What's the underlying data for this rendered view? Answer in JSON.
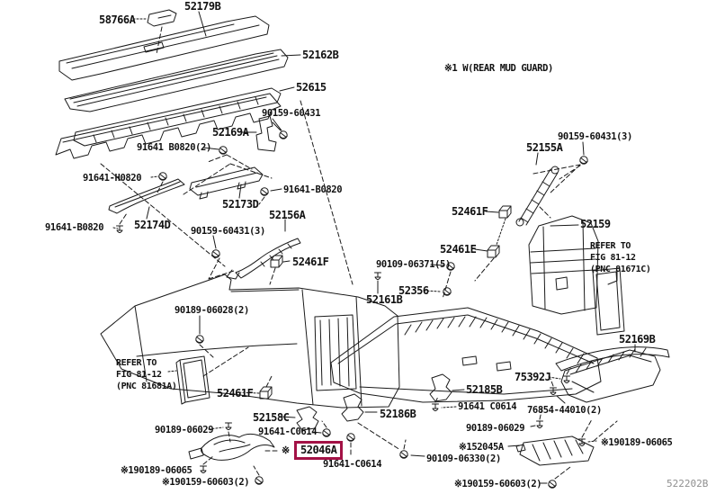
{
  "diagram": {
    "title": "rear bumper exploded parts diagram",
    "figure_code": "522202B",
    "note": "※1 W(REAR MUD GUARD)",
    "colors": {
      "highlight_box": "#a31246",
      "line_art": "#1a1a1a",
      "watermark": "#8f8f8f"
    },
    "highlight": {
      "marker": "※",
      "part_number": "52046A"
    },
    "refer_right": {
      "line1": "REFER TO",
      "line2": "FIG 81-12",
      "line3": "(PNC 81671C)"
    },
    "refer_left": {
      "line1": "REFER TO",
      "line2": "FIG 81-12",
      "line3": "(PNC 81681A)"
    },
    "labels": [
      {
        "text": "58766A"
      },
      {
        "text": "52179B"
      },
      {
        "text": "52162B"
      },
      {
        "text": "52615"
      },
      {
        "text": "90159-60431"
      },
      {
        "text": "52169A"
      },
      {
        "text": "91641 B0820(2)"
      },
      {
        "text": "91641-H0820"
      },
      {
        "text": "91641-B0820"
      },
      {
        "text": "52173D"
      },
      {
        "text": "52156A"
      },
      {
        "text": "52174D"
      },
      {
        "text": "91641-B0820"
      },
      {
        "text": "90159-60431(3)"
      },
      {
        "text": "52461F"
      },
      {
        "text": "90109-06371(5)"
      },
      {
        "text": "52461F"
      },
      {
        "text": "52461E"
      },
      {
        "text": "52356"
      },
      {
        "text": "52161B"
      },
      {
        "text": "52155A"
      },
      {
        "text": "90159-60431(3)"
      },
      {
        "text": "52159"
      },
      {
        "text": "90189-06028(2)"
      },
      {
        "text": "52461F"
      },
      {
        "text": "52158C"
      },
      {
        "text": "90189-06029"
      },
      {
        "text": "91641-C0614"
      },
      {
        "text": "91641-C0614"
      },
      {
        "text": "※190189-06065"
      },
      {
        "text": "※190159-60603(2)"
      },
      {
        "text": "52186B"
      },
      {
        "text": "52185B"
      },
      {
        "text": "91641 C0614"
      },
      {
        "text": "90189-06029"
      },
      {
        "text": "※152045A"
      },
      {
        "text": "90109-06330(2)"
      },
      {
        "text": "※190159-60603(2)"
      },
      {
        "text": "75392J"
      },
      {
        "text": "76854-44010(2)"
      },
      {
        "text": "52169B"
      },
      {
        "text": "※190189-06065"
      }
    ]
  }
}
